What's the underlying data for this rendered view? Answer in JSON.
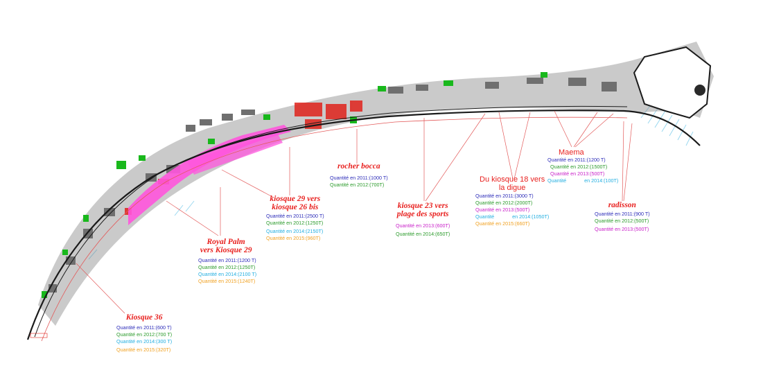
{
  "colors": {
    "title": "#e8201e",
    "2011": "#2a2ab8",
    "2012": "#2a9a2a",
    "2013": "#c81ec8",
    "2014": "#22aee0",
    "2015": "#f0a020",
    "coast": "#1a1a1a",
    "promenade": "#ff55dd",
    "vegetation": "#19b81c",
    "buildings": "#8a8a8a",
    "urban": "#e0231c",
    "leader": "#e35a5a",
    "sea": "#9ad8f0"
  },
  "zones": [
    {
      "title": [
        "Kiosque 36"
      ],
      "quantities": [
        {
          "year": "2011",
          "text": "Quantité en 2011:(600 T)"
        },
        {
          "year": "2012",
          "text": "Quantité en 2012:(700 T)"
        },
        {
          "year": "2014",
          "text": "Quantité en 2014:(300 T)"
        },
        {
          "year": "2015",
          "text": "Quantité en 2015:(320T)"
        }
      ]
    },
    {
      "title": [
        "Royal Palm",
        "vers Kiosque 29"
      ],
      "quantities": [
        {
          "year": "2011",
          "text": "Quantité en 2011:(1200 T)"
        },
        {
          "year": "2012",
          "text": "Quantité en 2012:(1250T)"
        },
        {
          "year": "2014",
          "text": "Quantité en 2014:(2100 T)"
        },
        {
          "year": "2015",
          "text": "Quantité en 2015:(1240T)"
        }
      ]
    },
    {
      "title": [
        "kiosque 29 vers",
        "kiosque 26 bis"
      ],
      "quantities": [
        {
          "year": "2011",
          "text": "Quantité en 2011:(2500 T)"
        },
        {
          "year": "2012",
          "text": "Quantité en 2012:(1250T)"
        },
        {
          "year": "2014",
          "text": "Quantité en 2014:(2150T)"
        },
        {
          "year": "2015",
          "text": "Quantité en 2015:(960T)"
        }
      ]
    },
    {
      "title": [
        "rocher bocca"
      ],
      "quantities": [
        {
          "year": "2011",
          "text": "Quantité en 2011:(1000 T)"
        },
        {
          "year": "2012",
          "text": "Quantité en 2012:(700T)"
        }
      ]
    },
    {
      "title": [
        "kiosque 23 vers",
        "plage des sports"
      ],
      "quantities": [
        {
          "year": "2013",
          "text": "Quantité en 2013:(600T)"
        },
        {
          "year": "2014",
          "text": "Quantité en 2014:(650T)"
        }
      ]
    },
    {
      "title": [
        "Du kiosque 18 vers",
        "la digue"
      ],
      "quantities": [
        {
          "year": "2011",
          "text": "Quantité en 2011:(3000 T)"
        },
        {
          "year": "2012",
          "text": "Quantité en 2012:(2000T)"
        },
        {
          "year": "2013",
          "text": "Quantité en 2013:(500T)"
        },
        {
          "year": "2014",
          "text": "Quantité             en 2014:(1050T)"
        },
        {
          "year": "2015",
          "text": "Quantité en 2015:(660T)"
        }
      ]
    },
    {
      "title": [
        "Maema"
      ],
      "quantities": [
        {
          "year": "2011",
          "text": "Quantité en 2011:(1200 T)"
        },
        {
          "year": "2012",
          "text": "Quantité en 2012:(1500T)"
        },
        {
          "year": "2013",
          "text": "Quantité en 2013:(500T)"
        },
        {
          "year": "2014",
          "text": "Quantité             en 2014:(100T)"
        }
      ]
    },
    {
      "title": [
        "radisson"
      ],
      "quantities": [
        {
          "year": "2011",
          "text": "Quantité en 2011:(900 T)"
        },
        {
          "year": "2012",
          "text": "Quantité en 2012:(500T)"
        },
        {
          "year": "2013",
          "text": "Quantité en 2013:(500T)"
        }
      ]
    }
  ]
}
